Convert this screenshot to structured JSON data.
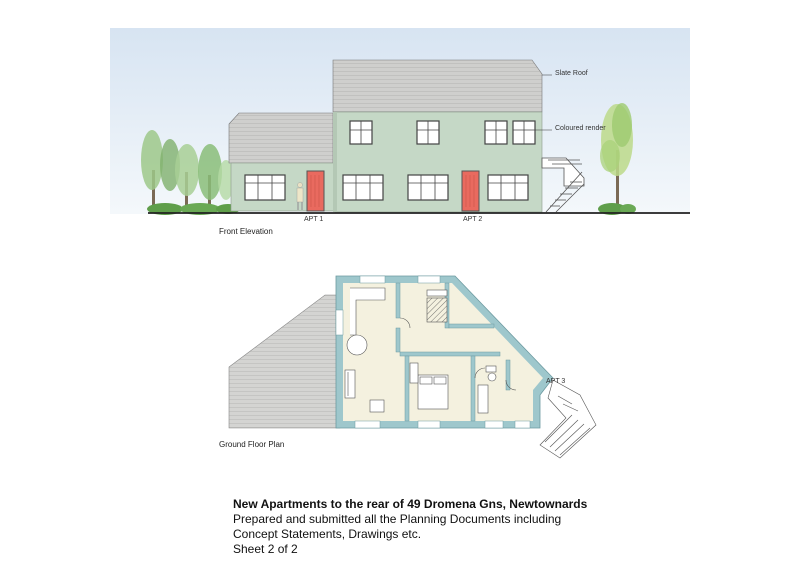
{
  "elevation": {
    "caption": "Front Elevation",
    "labels": {
      "roof": "Slate Roof",
      "render": "Coloured render",
      "apt1": "APT 1",
      "apt2": "APT 2"
    },
    "colors": {
      "sky": "#dde8f4",
      "render": "#c5d8c6",
      "roof": "#cfcfcd",
      "door": "#e96a5f",
      "ground": "#222222"
    }
  },
  "plan": {
    "caption": "Ground Floor Plan",
    "labels": {
      "apt3": "APT 3"
    },
    "colors": {
      "wall": "#9ec7cc",
      "floor": "#f4f1df",
      "roof": "#d4d4d2"
    }
  },
  "notes": {
    "title": "New Apartments to the rear of 49 Dromena Gns, Newtownards",
    "line1": "Prepared and submitted all the Planning Documents including",
    "line2": "Concept Statements, Drawings etc.",
    "line3": "Sheet 2 of 2"
  }
}
